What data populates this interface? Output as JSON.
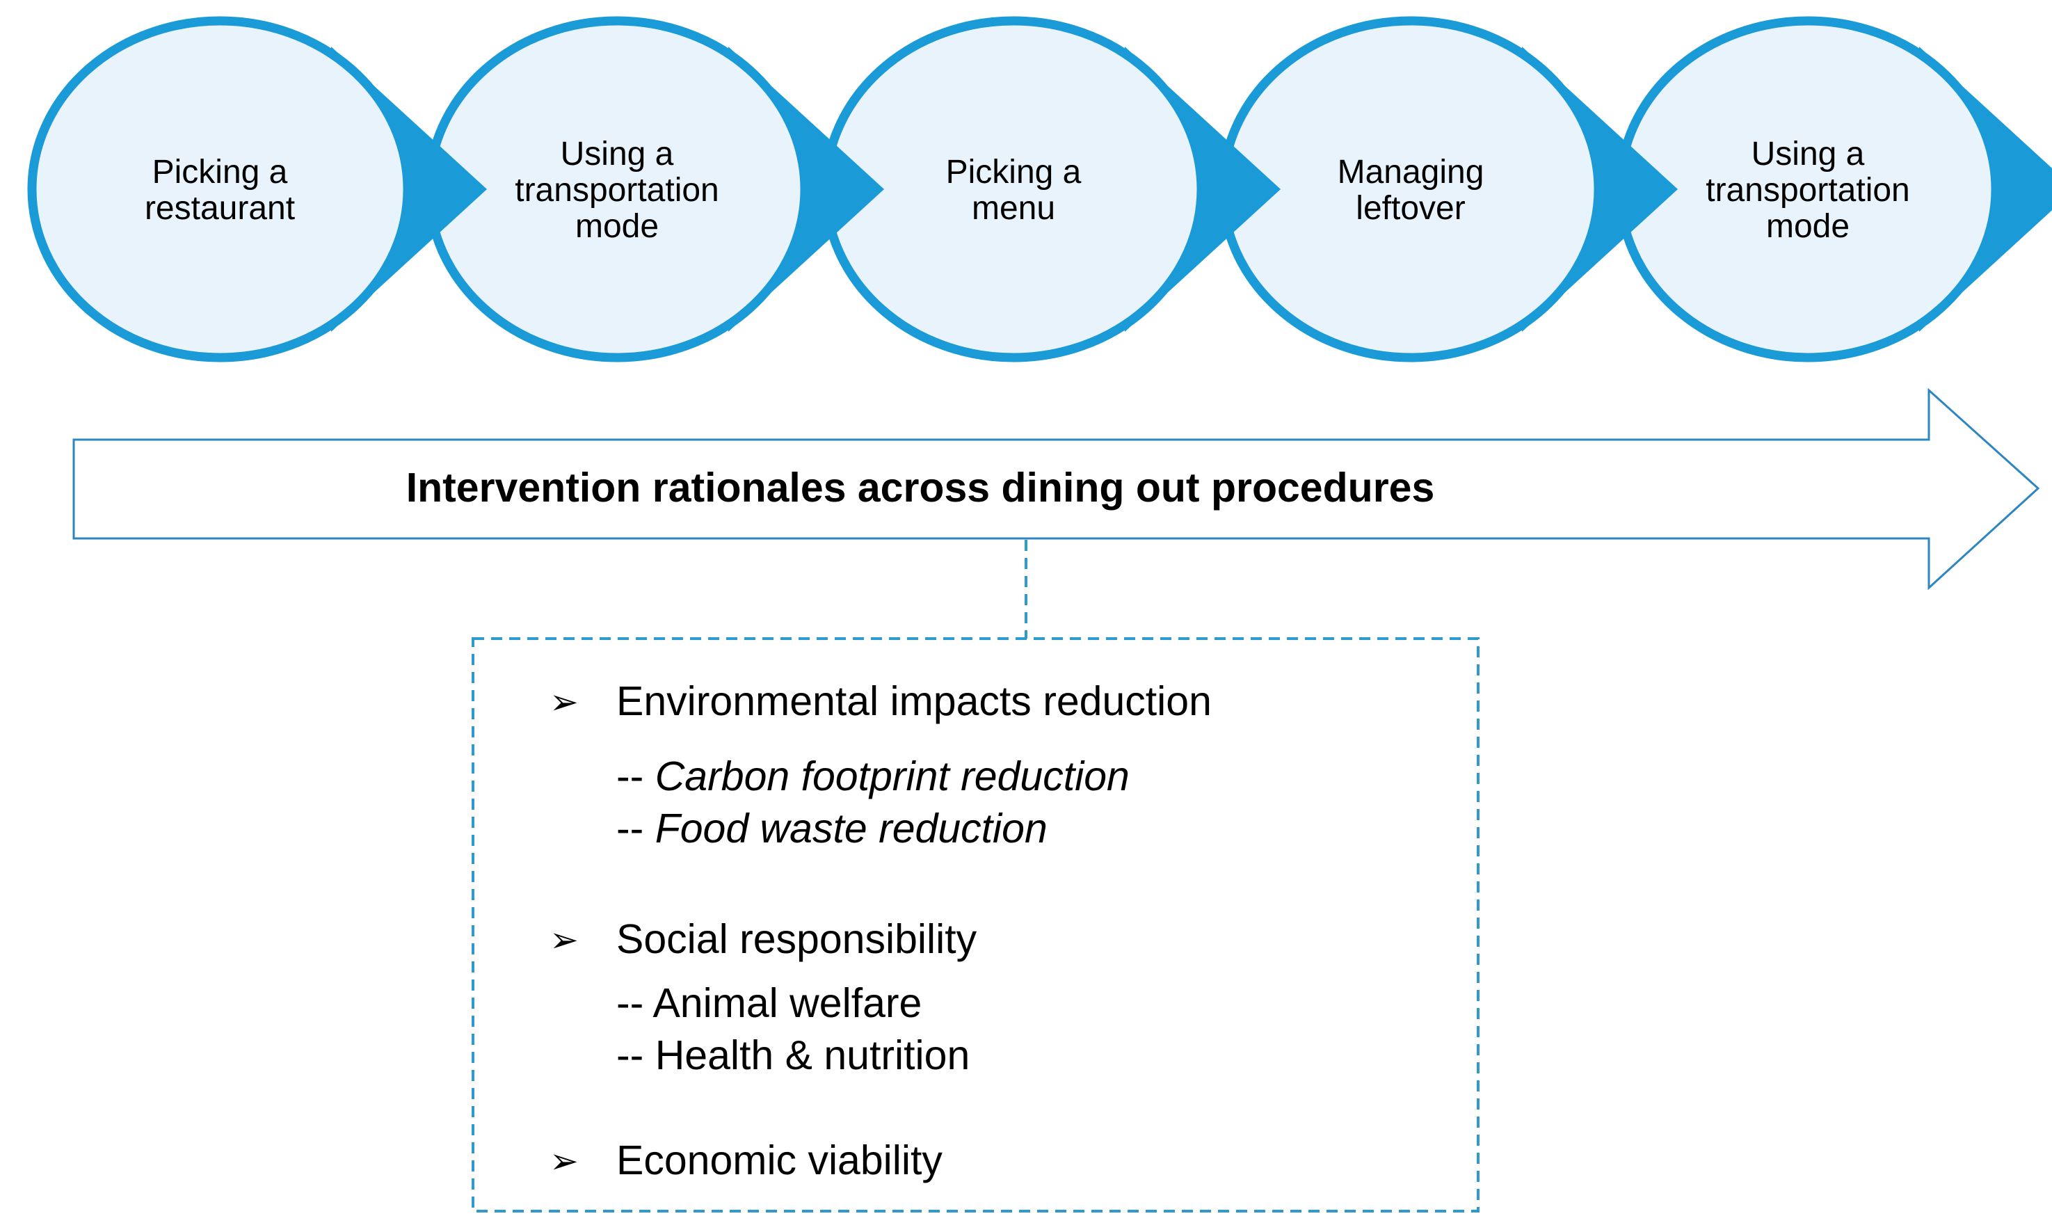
{
  "colors": {
    "circle_fill": "#E9F3FB",
    "circle_stroke": "#1A9AD6",
    "pointer_fill": "#1A9AD6",
    "banner_stroke": "#2E86C1",
    "rationale_box_stroke": "#2E9AD0",
    "connector_stroke": "#2E9AD0"
  },
  "steps": [
    {
      "lines": [
        "Picking a",
        "restaurant"
      ]
    },
    {
      "lines": [
        "Using a",
        "transportation",
        "mode"
      ]
    },
    {
      "lines": [
        "Picking a",
        "menu"
      ]
    },
    {
      "lines": [
        "Managing",
        "leftover"
      ]
    },
    {
      "lines": [
        "Using a",
        "transportation",
        "mode"
      ]
    }
  ],
  "banner": {
    "label": "Intervention rationales across dining out procedures"
  },
  "rationales": {
    "bullet_icon": "arrowhead-bullet-icon",
    "groups": [
      {
        "heading": "Environmental impacts reduction",
        "items": [
          {
            "prefix": "-- ",
            "text": "Carbon footprint reduction",
            "italic": true
          },
          {
            "prefix": "-- ",
            "text": "Food waste reduction",
            "italic": true
          }
        ]
      },
      {
        "heading": "Social responsibility",
        "items": [
          {
            "prefix": "-- ",
            "text": "Animal welfare",
            "italic": false
          },
          {
            "prefix": "-- ",
            "text": "Health & nutrition",
            "italic": false
          }
        ]
      },
      {
        "heading": "Economic viability",
        "items": []
      }
    ]
  }
}
